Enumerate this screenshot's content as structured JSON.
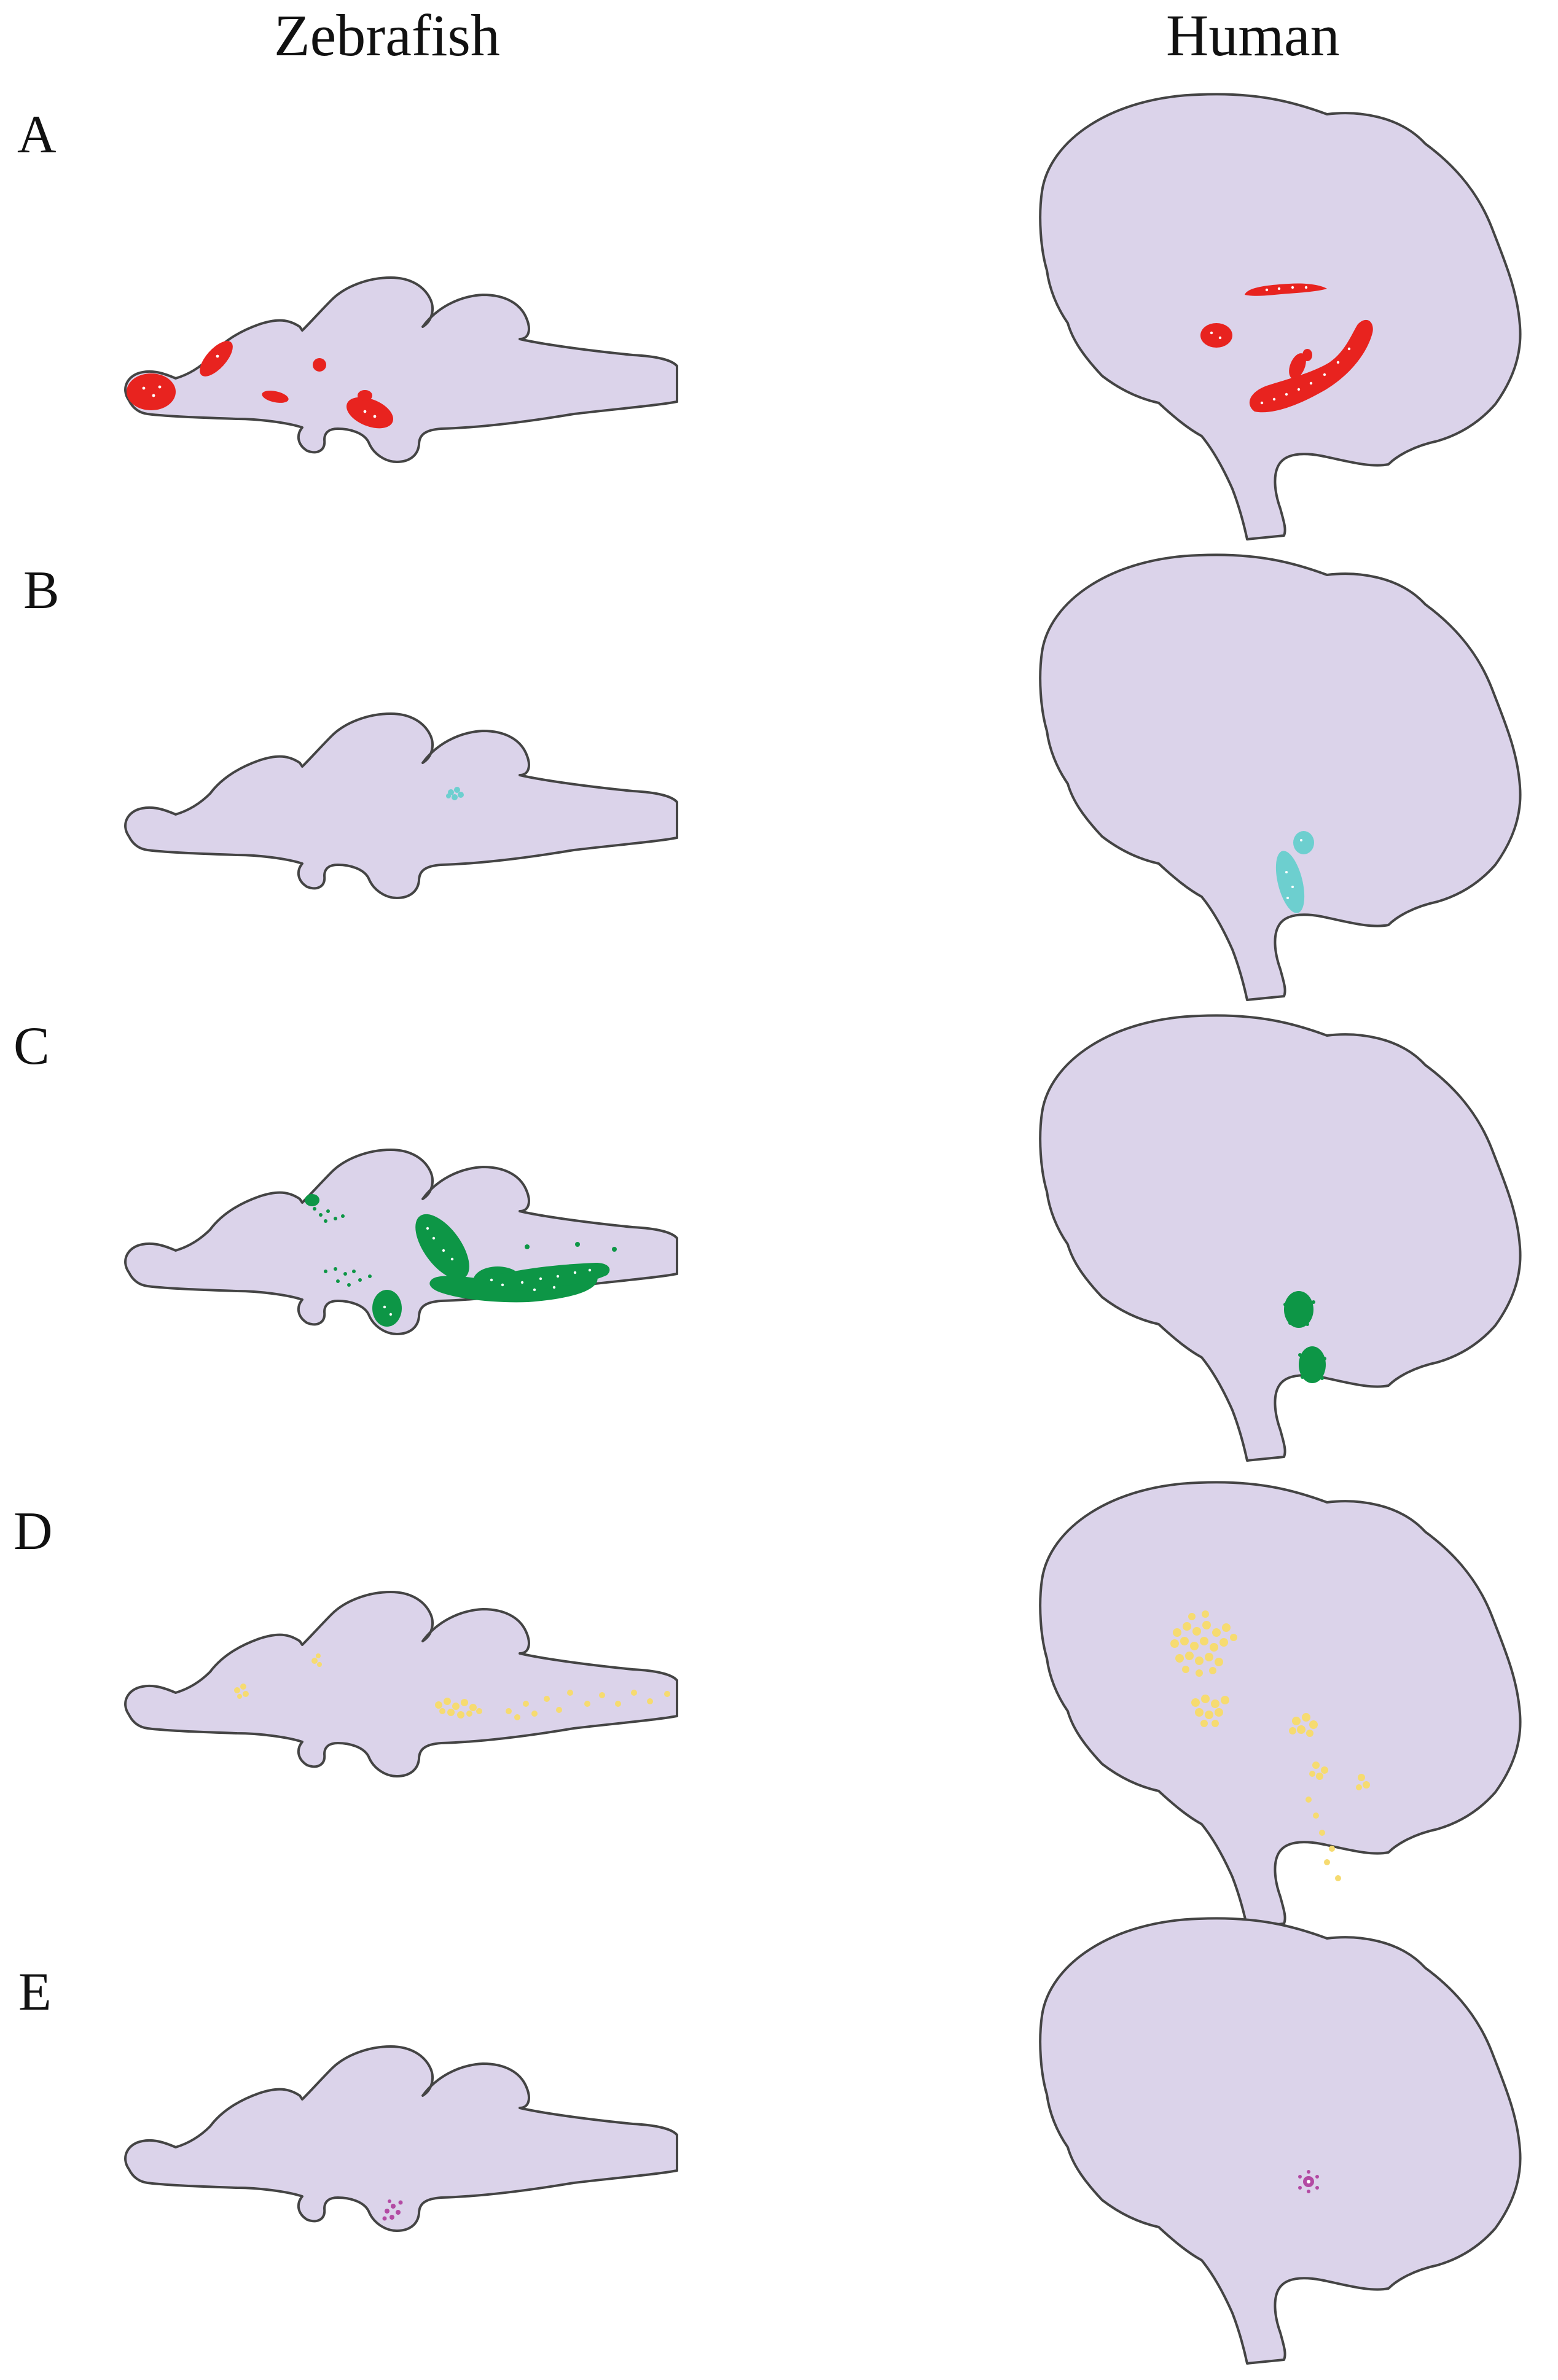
{
  "columns": {
    "left": "Zebrafish",
    "right": "Human"
  },
  "rows": [
    {
      "label": "A",
      "color": "#e8231f",
      "marker": "red"
    },
    {
      "label": "B",
      "color": "#6dcfcf",
      "marker": "cyan"
    },
    {
      "label": "C",
      "color": "#0d9646",
      "marker": "green"
    },
    {
      "label": "D",
      "color": "#f6db70",
      "marker": "yellow"
    },
    {
      "label": "E",
      "color": "#b34aa3",
      "marker": "magenta"
    }
  ],
  "brain_fill": "#dbd3ea",
  "brain_stroke": "#444444"
}
